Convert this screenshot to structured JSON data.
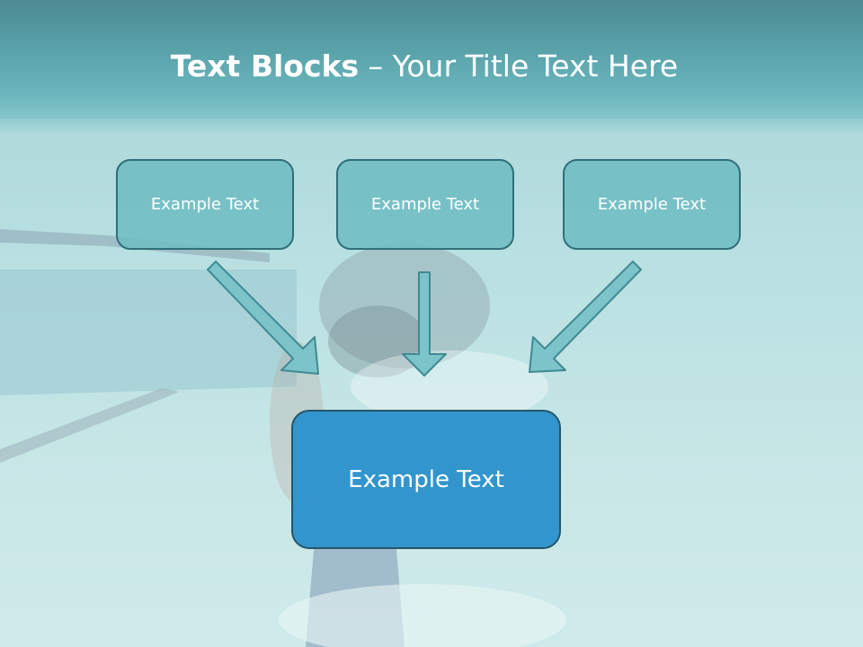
{
  "title": {
    "bold": "Text Blocks",
    "rest": " – Your Title Text Here"
  },
  "boxes": [
    {
      "label": "Example Text"
    },
    {
      "label": "Example Text"
    },
    {
      "label": "Example Text"
    }
  ],
  "target": {
    "label": "Example Text"
  },
  "colors": {
    "title_band": "#5aa3ab",
    "small_box_fill": "#6ebdc3",
    "small_box_border": "#2f6f78",
    "big_box_fill": "#3395cd",
    "big_box_border": "#23566a",
    "arrow_fill": "#7cc4c9",
    "arrow_stroke": "#3f8a93"
  }
}
